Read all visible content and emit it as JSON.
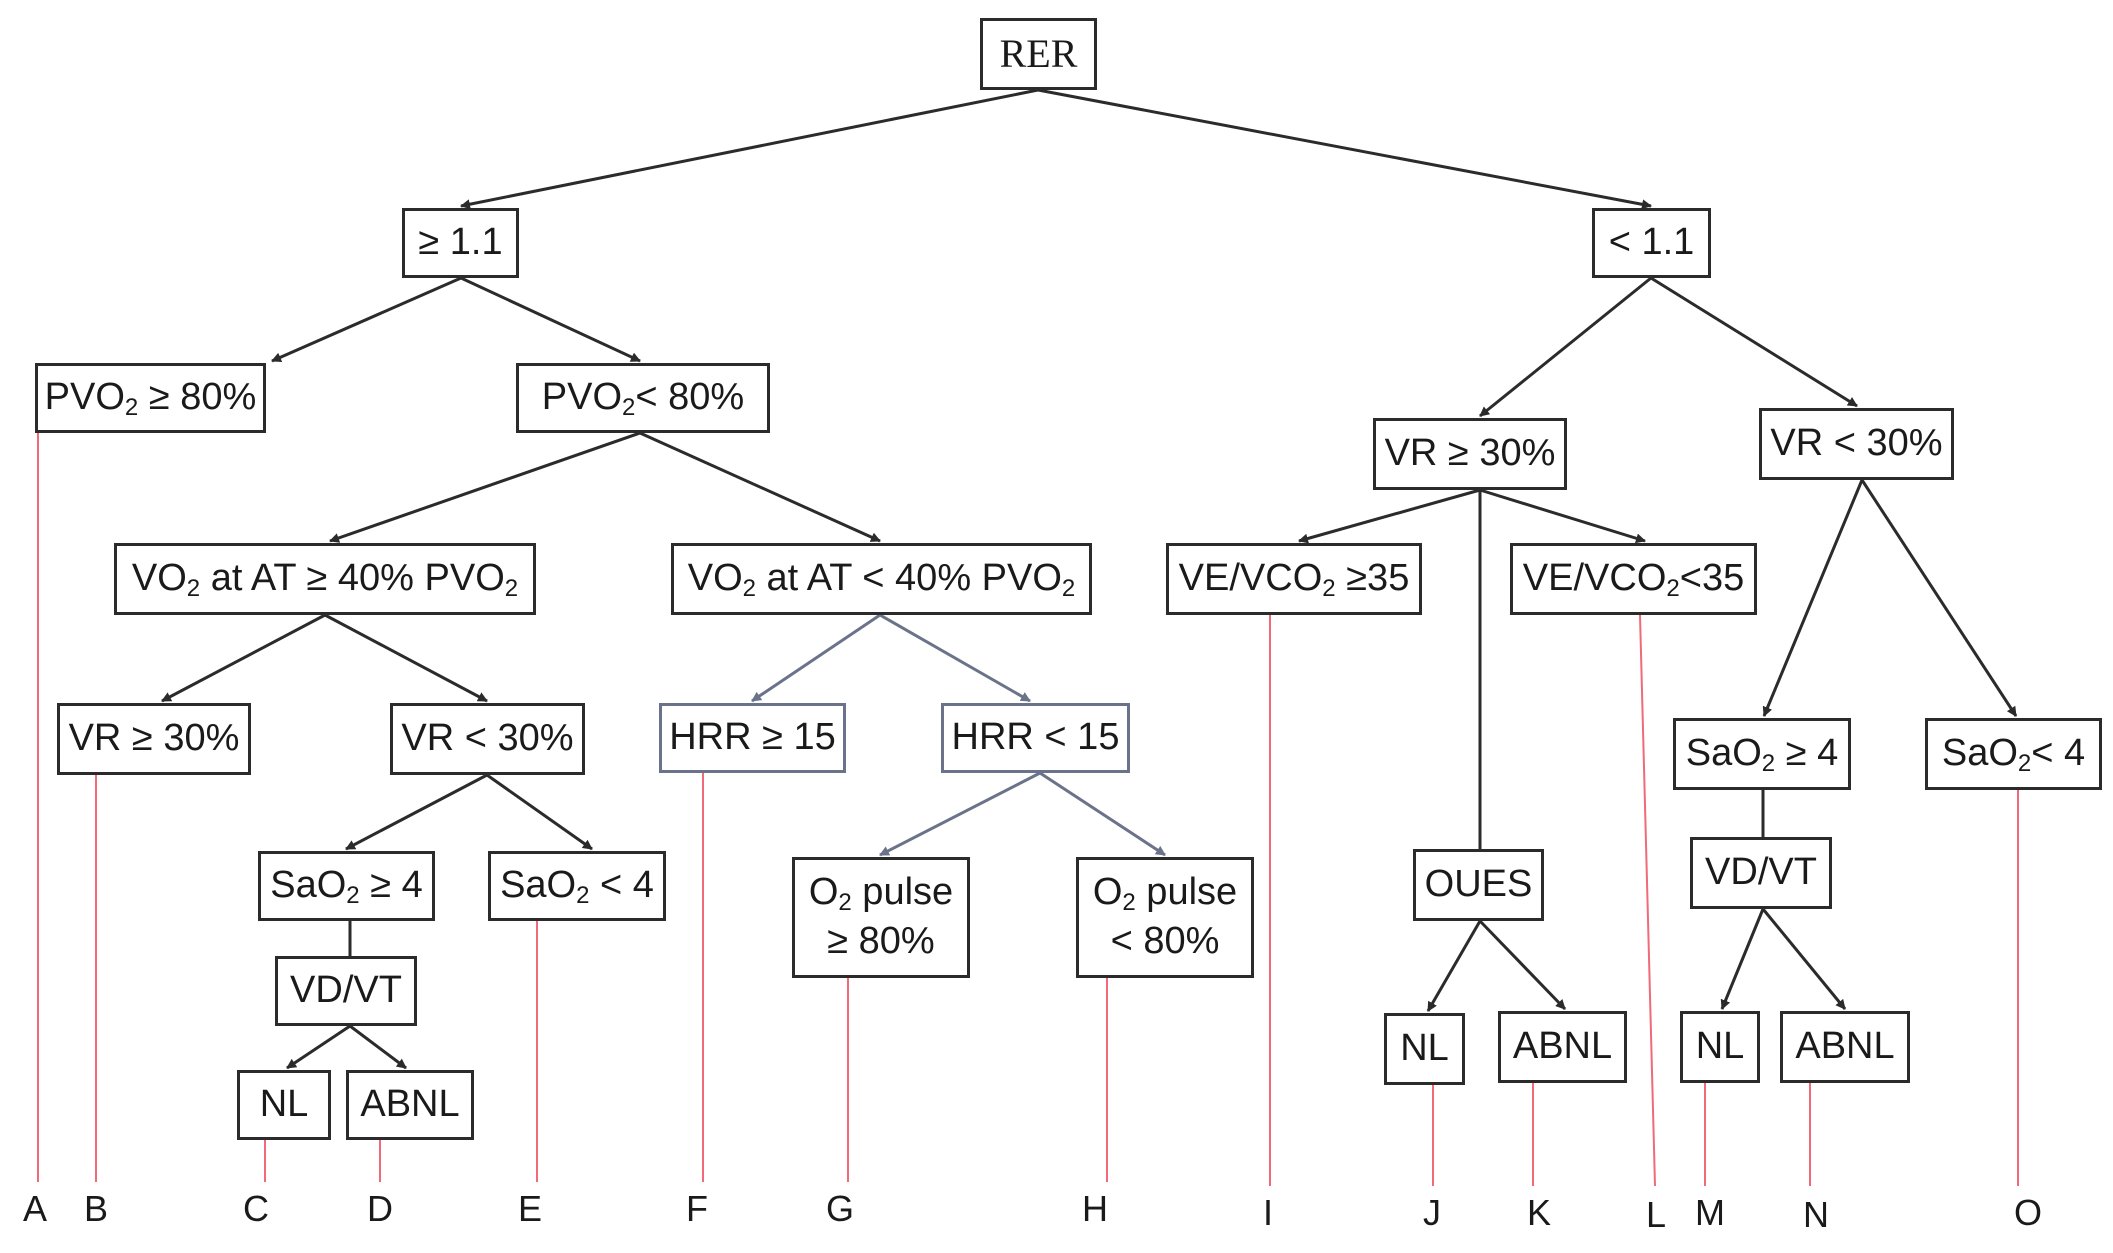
{
  "diagram": {
    "nodes": [
      {
        "id": "rer",
        "text": "RER"
      },
      {
        "id": "ge11",
        "text": "≥ 1.1"
      },
      {
        "id": "lt11",
        "text": "< 1.1"
      },
      {
        "id": "pvo2_ge80",
        "text": "PVO₂ ≥ 80%"
      },
      {
        "id": "pvo2_lt80",
        "text": "PVO₂< 80%"
      },
      {
        "id": "vo2at_ge40",
        "text": "VO₂ at AT ≥ 40% PVO₂"
      },
      {
        "id": "vo2at_lt40",
        "text": "VO₂ at AT < 40% PVO₂"
      },
      {
        "id": "vr_ge30_l",
        "text": "VR ≥ 30%"
      },
      {
        "id": "vr_lt30_l",
        "text": "VR < 30%"
      },
      {
        "id": "hrr_ge15",
        "text": "HRR ≥ 15"
      },
      {
        "id": "hrr_lt15",
        "text": "HRR < 15"
      },
      {
        "id": "sao2_ge4_l",
        "text": "SaO₂ ≥ 4"
      },
      {
        "id": "sao2_lt4_l",
        "text": "SaO₂ < 4"
      },
      {
        "id": "vdvt_l",
        "text": "VD/VT"
      },
      {
        "id": "nl_l",
        "text": "NL"
      },
      {
        "id": "abnl_l",
        "text": "ABNL"
      },
      {
        "id": "o2p_ge80",
        "text": "O₂ pulse\n≥ 80%"
      },
      {
        "id": "o2p_lt80",
        "text": "O₂ pulse\n< 80%"
      },
      {
        "id": "vr_ge30_r",
        "text": "VR ≥ 30%"
      },
      {
        "id": "vr_lt30_r",
        "text": "VR < 30%"
      },
      {
        "id": "ve_ge35",
        "text": "VE/VCO₂ ≥35"
      },
      {
        "id": "ve_lt35",
        "text": "VE/VCO₂<35"
      },
      {
        "id": "oues",
        "text": "OUES"
      },
      {
        "id": "nl_r1",
        "text": "NL"
      },
      {
        "id": "abnl_r1",
        "text": "ABNL"
      },
      {
        "id": "sao2_ge4_r",
        "text": "SaO₂ ≥ 4"
      },
      {
        "id": "sao2_lt4_r",
        "text": "SaO₂< 4"
      },
      {
        "id": "vdvt_r",
        "text": "VD/VT"
      },
      {
        "id": "nl_r2",
        "text": "NL"
      },
      {
        "id": "abnl_r2",
        "text": "ABNL"
      }
    ],
    "leaves": [
      {
        "id": "A",
        "text": "A"
      },
      {
        "id": "B",
        "text": "B"
      },
      {
        "id": "C",
        "text": "C"
      },
      {
        "id": "D",
        "text": "D"
      },
      {
        "id": "E",
        "text": "E"
      },
      {
        "id": "F",
        "text": "F"
      },
      {
        "id": "G",
        "text": "G"
      },
      {
        "id": "H",
        "text": "H"
      },
      {
        "id": "I",
        "text": "I"
      },
      {
        "id": "J",
        "text": "J"
      },
      {
        "id": "K",
        "text": "K"
      },
      {
        "id": "L",
        "text": "L"
      },
      {
        "id": "M",
        "text": "M"
      },
      {
        "id": "N",
        "text": "N"
      },
      {
        "id": "O",
        "text": "O"
      }
    ],
    "colors": {
      "box_border": "#2b2b2b",
      "box_border_blue": "#6a7389",
      "arrow": "#2b2b2b",
      "arrow_blue": "#6a7389",
      "leader_line": "#f06a7a"
    }
  }
}
